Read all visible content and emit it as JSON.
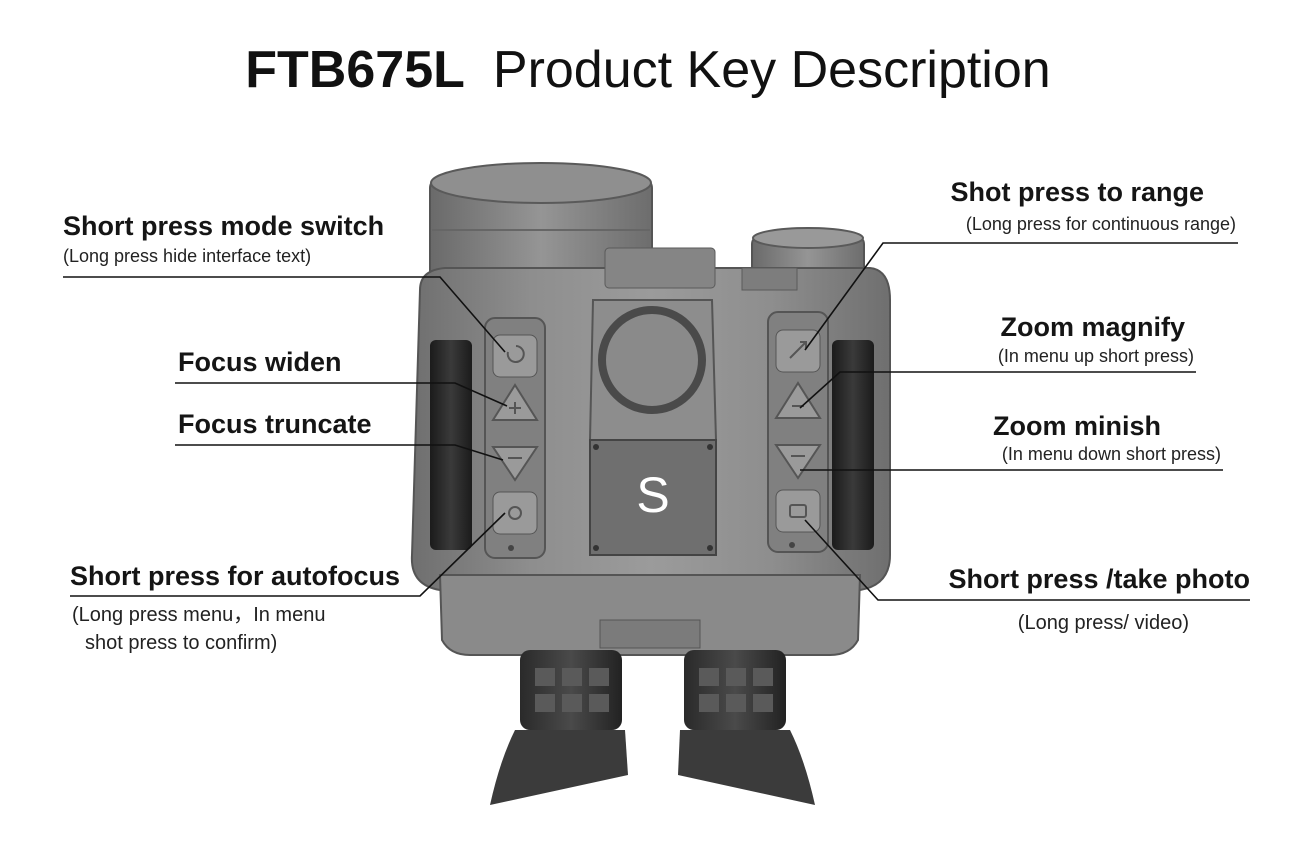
{
  "title": {
    "model": "FTB675L",
    "text": "Product Key Description"
  },
  "device": {
    "logo_letter": "S",
    "body_color": "#8a8a8a",
    "dark_color": "#2a2a2a"
  },
  "labels": {
    "mode_switch": {
      "main": "Short press mode switch",
      "sub": "(Long press hide interface text)"
    },
    "focus_widen": {
      "main": "Focus widen"
    },
    "focus_truncate": {
      "main": "Focus truncate"
    },
    "autofocus": {
      "main": "Short press for autofocus",
      "sub1": "(Long press menu，In menu",
      "sub2": "shot press to confirm)"
    },
    "range": {
      "main": "Shot press to range",
      "sub": "(Long press for continuous range)"
    },
    "zoom_magnify": {
      "main": "Zoom magnify",
      "sub": "(In menu up short press)"
    },
    "zoom_minish": {
      "main": "Zoom minish",
      "sub": "(In menu down short press)"
    },
    "photo": {
      "main": "Short press /take photo",
      "sub": "(Long press/ video)"
    }
  },
  "icons": {
    "left": [
      "mode-switch-icon",
      "plus-icon",
      "minus-icon",
      "sun-icon"
    ],
    "right": [
      "range-icon",
      "plus-icon",
      "minus-icon",
      "camera-icon"
    ]
  }
}
